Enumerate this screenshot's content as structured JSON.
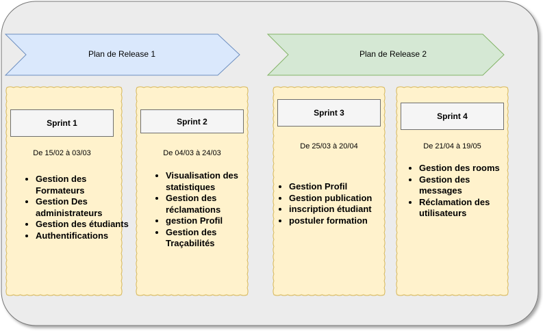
{
  "colors": {
    "frame_fill": "#ececec",
    "frame_stroke": "#777777",
    "release1_fill": "#dae8fc",
    "release1_stroke": "#6c8ebf",
    "release2_fill": "#d5e8d4",
    "release2_stroke": "#82b366",
    "sprint_fill": "#fff2cc",
    "sprint_stroke": "#d6b656",
    "title_fill": "#f5f5f5"
  },
  "releases": [
    {
      "label": "Plan de Release 1"
    },
    {
      "label": "Plan de Release 2"
    }
  ],
  "sprints": [
    {
      "title": "Sprint 1",
      "dates": "De 15/02 à 03/03",
      "tasks": [
        "Gestion des Formateurs",
        "Gestion Des administrateurs",
        "Gestion des étudiants",
        "Authentifications"
      ]
    },
    {
      "title": "Sprint 2",
      "dates": "De 04/03 à 24/03",
      "tasks": [
        "Visualisation des statistiques",
        "Gestion des réclamations",
        "gestion Profil",
        "Gestion des Traçabilités"
      ]
    },
    {
      "title": "Sprint 3",
      "dates": "De 25/03 à 20/04",
      "tasks": [
        "Gestion Profil",
        "Gestion publication",
        "inscription étudiant",
        "postuler formation"
      ]
    },
    {
      "title": "Sprint 4",
      "dates": "De 21/04 à 19/05",
      "tasks": [
        "Gestion des rooms",
        "Gestion des messages",
        "Réclamation des utilisateurs"
      ]
    }
  ]
}
